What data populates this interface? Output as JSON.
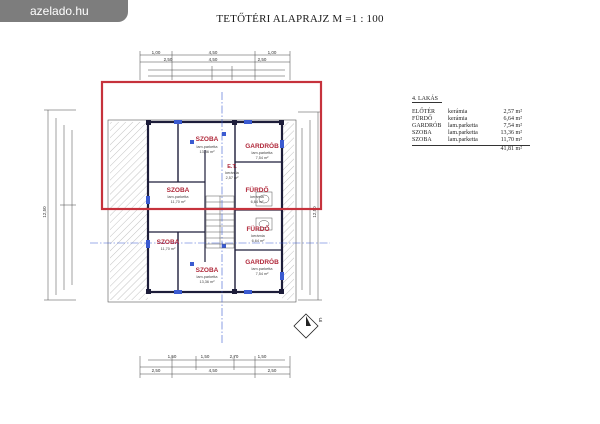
{
  "watermark": {
    "site": "azelado.hu"
  },
  "plan": {
    "title": "TETŐTÉRI ALAPRAJZ M =1 : 100"
  },
  "legend": {
    "heading": "4. LAKÁS",
    "rows": [
      {
        "room": "ELŐTÉR",
        "floor": "kerámia",
        "area": "2,57 m²"
      },
      {
        "room": "FÜRDŐ",
        "floor": "kerámia",
        "area": "6,64 m²"
      },
      {
        "room": "GARDRÓB",
        "floor": "lam.parketta",
        "area": "7,54 m²"
      },
      {
        "room": "SZOBA",
        "floor": "lam.parketta",
        "area": "13,36 m²"
      },
      {
        "room": "SZOBA",
        "floor": "lam.parketta",
        "area": "11,70 m²"
      }
    ],
    "total": "41,81 m²"
  },
  "rooms": {
    "szoba_top": {
      "name": "SZOBA",
      "floor": "lam.parketta",
      "area": "13,36 m²"
    },
    "gardrob_top": {
      "name": "GARDRÓB",
      "floor": "lam.parketta",
      "area": "7,54 m²"
    },
    "et": {
      "name": "E.T.",
      "floor": "kerámia",
      "area": "2,57 m²"
    },
    "furdo_top": {
      "name": "FÜRDŐ",
      "floor": "kerámia",
      "area": "6,64 m²"
    },
    "szoba_mid": {
      "name": "SZOBA",
      "floor": "lam.parketta",
      "area": "11,70 m²"
    },
    "szoba_low": {
      "name": "SZOBA",
      "floor": "",
      "area": "11,70 m²"
    },
    "furdo_low": {
      "name": "FÜRDŐ",
      "floor": "kerámia",
      "area": "6,64 m²"
    },
    "gardrob_low": {
      "name": "GARDRÓB",
      "floor": "lam.parketta",
      "area": "7,54 m²"
    },
    "szoba_bottom": {
      "name": "SZOBA",
      "floor": "lam.parketta",
      "area": "13,36 m²"
    }
  },
  "dimensions": {
    "top_row1": [
      "1,00",
      "4,50",
      "1,00"
    ],
    "top_row2": [
      "2,50",
      "4,50",
      "2,50"
    ],
    "bottom_row1": [
      "1,50",
      "1,50",
      "2,70",
      "1,50"
    ],
    "bottom_row2": [
      "2,50",
      "4,50",
      "2,50"
    ],
    "left_total": "12,50",
    "right_total": "12,50"
  },
  "compass": {
    "north": "É"
  }
}
